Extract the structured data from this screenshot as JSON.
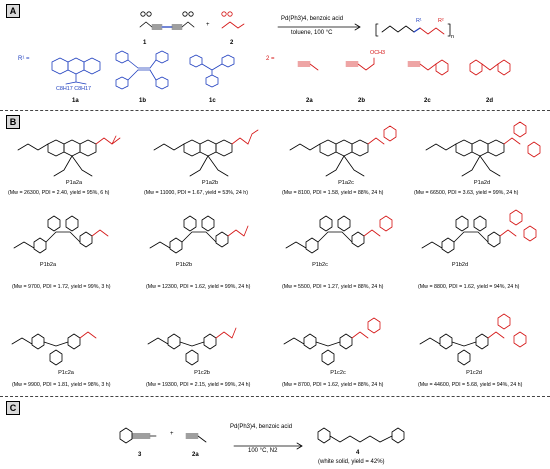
{
  "panels": {
    "A": {
      "tag": "A",
      "reactant1_num": "1",
      "reactant2_num": "2",
      "plus": "+",
      "conditions_top": "Pd(Ph3)4, benzoic acid",
      "conditions_bottom": "toluene,  100 °C",
      "r1_def": "R¹ =",
      "r2_eq": "2 =",
      "r1_labels": [
        "1a",
        "1b",
        "1c"
      ],
      "r2_labels": [
        "2a",
        "2b",
        "2c",
        "2d"
      ],
      "fluorene_sub": "C8H17 C8H17",
      "ester_label": "OCH3",
      "product_sub": "n",
      "r1_sub": "R¹",
      "r2_sub": "R²"
    },
    "B": {
      "tag": "B",
      "polymers": [
        {
          "name": "P1a2a",
          "meta": "(Mw = 26300, PDI = 2.40, yield = 95%, 6 h)"
        },
        {
          "name": "P1a2b",
          "meta": "(Mw = 11000, PDI = 1.67, yield = 53%, 24 h)"
        },
        {
          "name": "P1a2c",
          "meta": "(Mw = 8100, PDI = 1.58, yield = 88%, 24 h)"
        },
        {
          "name": "P1a2d",
          "meta": "(Mw = 66500, PDI = 3.63, yield = 99%, 24 h)"
        },
        {
          "name": "P1b2a",
          "meta": "(Mw = 9700, PDI = 1.72, yield = 99%, 3 h)"
        },
        {
          "name": "P1b2b",
          "meta": "(Mw = 12300, PDI = 1.62, yield = 99%, 24 h)"
        },
        {
          "name": "P1b2c",
          "meta": "(Mw = 5500, PDI = 1.27, yield = 88%, 24 h)"
        },
        {
          "name": "P1b2d",
          "meta": "(Mw = 8800, PDI = 1.62, yield = 94%, 24 h)"
        },
        {
          "name": "P1c2a",
          "meta": "(Mw = 9900, PDI = 1.81, yield = 98%, 3 h)"
        },
        {
          "name": "P1c2b",
          "meta": "(Mw = 19300, PDI = 2.15, yield = 99%, 24 h)"
        },
        {
          "name": "P1c2c",
          "meta": "(Mw = 8700, PDI = 1.62, yield = 88%, 24 h)"
        },
        {
          "name": "P1c2d",
          "meta": "(Mw = 44600, PDI = 5.68, yield = 94%, 24 h)"
        }
      ]
    },
    "C": {
      "tag": "C",
      "reactant1_num": "3",
      "reactant2_num": "2a",
      "plus": "+",
      "conditions_top": "Pd(Ph3)4, benzoic acid",
      "conditions_bottom": "100 °C, N2",
      "product_num": "4",
      "product_note": "(white solid, yield = 42%)"
    }
  },
  "colors": {
    "blue": "#1f3fbf",
    "red": "#d41111",
    "tag_fill": "#d9d9d9"
  }
}
